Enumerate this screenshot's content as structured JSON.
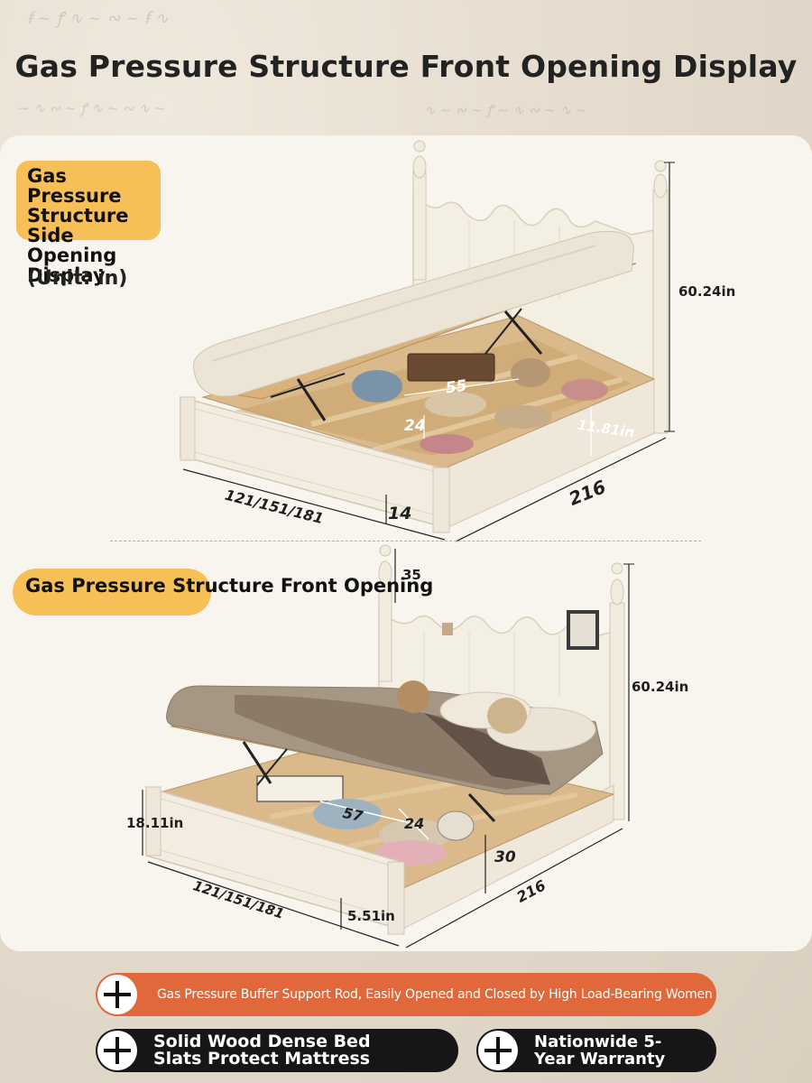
{
  "title": "Gas Pressure Structure Front Opening Display",
  "side_section": {
    "label": "Gas Pressure Structure Side Opening Display",
    "unit": "(Unit: in)",
    "dims": {
      "height": "60.24in",
      "inner_length": "55",
      "inner_depth": "24",
      "side_height": "11.81in",
      "length": "216",
      "width": "121/151/181",
      "leg": "14"
    }
  },
  "front_section": {
    "label": "Gas Pressure Structure Front Opening",
    "dims": {
      "post_top": "35",
      "height": "60.24in",
      "front_height": "18.11in",
      "inner_length": "57",
      "inner_depth": "24",
      "drawer_height": "30",
      "length": "216",
      "width": "121/151/181",
      "leg": "5.51in"
    }
  },
  "features": [
    {
      "text": "Gas Pressure Buffer Support Rod, Easily Opened and Closed by High Load-Bearing Women",
      "color": "#e0683a"
    },
    {
      "text": "Solid Wood Dense Bed Slats Protect Mattress",
      "color": "#161616"
    },
    {
      "text": "Nationwide 5-Year Warranty",
      "color": "#161616"
    }
  ]
}
